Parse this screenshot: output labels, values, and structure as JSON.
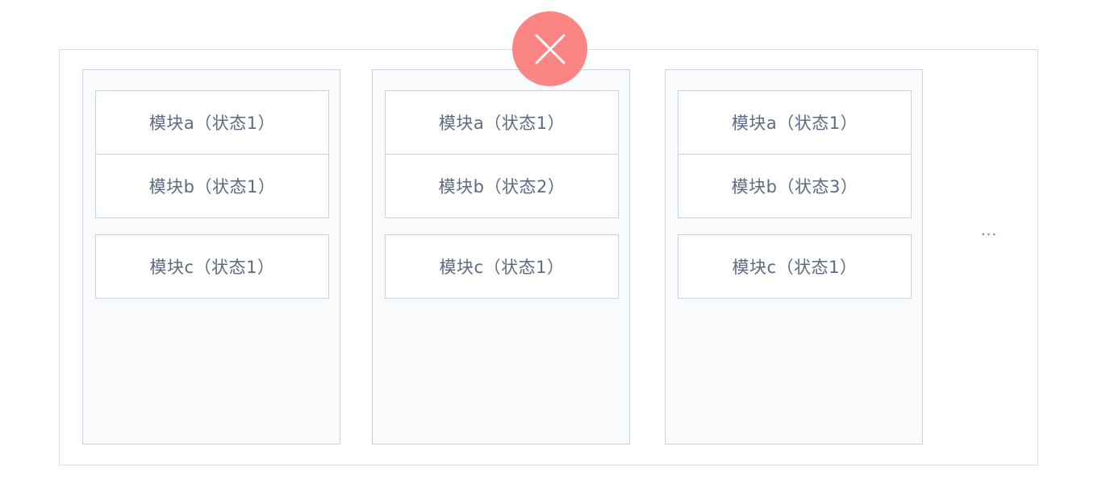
{
  "panels": [
    {
      "modules": [
        {
          "label": "模块a（状态1）"
        },
        {
          "label": "模块b（状态1）"
        },
        {
          "label": "模块c（状态1）"
        }
      ]
    },
    {
      "modules": [
        {
          "label": "模块a（状态1）"
        },
        {
          "label": "模块b（状态2）"
        },
        {
          "label": "模块c（状态1）"
        }
      ]
    },
    {
      "modules": [
        {
          "label": "模块a（状态1）"
        },
        {
          "label": "模块b（状态3）"
        },
        {
          "label": "模块c（状态1）"
        }
      ]
    }
  ],
  "ellipsis": "...",
  "icons": {
    "close": "close-icon"
  },
  "colors": {
    "close_circle": "#fb8585",
    "module_text": "#5b6b82",
    "border": "#c9d2df",
    "panel_bg": "#f8fafc"
  }
}
